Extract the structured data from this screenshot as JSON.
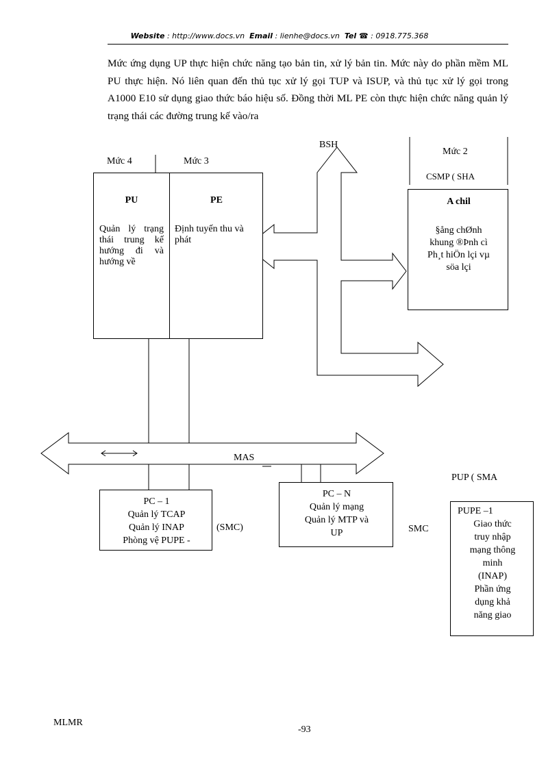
{
  "header": {
    "website_label": "Website",
    "website_value": ": http://www.docs.vn",
    "email_label": "Email",
    "email_value": ": lienhe@docs.vn",
    "tel_label": "Tel ☎",
    "tel_value": ": 0918.775.368"
  },
  "paragraph": "Mức ứng dụng UP thực hiện chức năng tạo bản tin, xử lý bản tin. Mức này do phần mềm ML PU thực hiện. Nó liên quan đến thủ tục xử lý gọi TUP và ISUP, và thủ tục xử lý gọi trong A1000 E10 sử dụng giao thức báo hiệu số. Đồng thời ML PE còn thực hiện chức năng quản lý trạng thái các đường trung kế vào/ra",
  "diagram": {
    "level4": "Mức 4",
    "level3": "Mức 3",
    "bsh": "BSH",
    "level2": "Mức 2",
    "csmp": "CSMP ( SHA",
    "pu": {
      "title": "PU",
      "body": "Quản lý trạng thái trung kế hướng đi và hướng về"
    },
    "pe": {
      "title": "PE",
      "body": "Định tuyến thu và phát"
    },
    "achil": {
      "title": "A chil",
      "line1": "§ång chØnh",
      "line2": "khung ®Þnh cì",
      "line3": "Ph¸t hiÖn lçi vµ",
      "line4": "söa lçi"
    },
    "mas": "MAS",
    "pc1": {
      "line1": "PC – 1",
      "line2": "Quản lý TCAP",
      "line3": "Quản lý INAP",
      "line4": "Phòng vệ PUPE -"
    },
    "smc1": "(SMC)",
    "pcn": {
      "line1": "PC – N",
      "line2": "Quản lý mạng",
      "line3": "Quản lý MTP và",
      "line4": "UP"
    },
    "smc2": "SMC",
    "pup": "PUP ( SMA",
    "pupe": {
      "line1": "PUPE –1",
      "line2": "Giao thức",
      "line3": "truy nhập",
      "line4": "mạng thông",
      "line5": "minh",
      "line6": "(INAP)",
      "line7": "Phần ứng",
      "line8": "dụng khả",
      "line9": "năng giao"
    }
  },
  "footer": {
    "left": "MLMR",
    "page": "-93"
  }
}
